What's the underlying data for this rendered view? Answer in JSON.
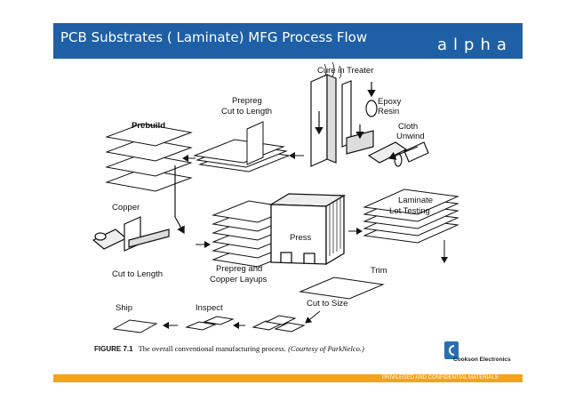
{
  "header": {
    "title": "PCB Substrates ( Laminate) MFG Process Flow",
    "logo": "alpha"
  },
  "diagram": {
    "labels": {
      "cure_in_treater": "Cure in Treater",
      "epoxy": "Epoxy",
      "resin": "Resin",
      "cloth": "Cloth",
      "unwind": "Unwind",
      "prepreg": "Prepreg",
      "cut_to_length_top": "Cut to Length",
      "prebuild": "Prebuild",
      "copper": "Copper",
      "cut_to_length_bottom": "Cut to Length",
      "press": "Press",
      "prepreg_and": "Prepreg and",
      "copper_layups": "Copper Layups",
      "laminate": "Laminate",
      "lot_testing": "Lot Testing",
      "trim": "Trim",
      "cut_to_size": "Cut to Size",
      "inspect": "Inspect",
      "ship": "Ship"
    }
  },
  "caption": {
    "figure": "FIGURE 7.1",
    "text": "The overall conventional manufacturing process.",
    "credit": "(Courtesy of ParkNelco.)"
  },
  "company": {
    "name": "Cookson Electronics"
  },
  "footer": {
    "text": "PRIVILEGED AND CONFIDENTIAL MATERIALS"
  },
  "colors": {
    "header_blue": "#1f5fa6",
    "footer_orange": "#f5a31a"
  }
}
